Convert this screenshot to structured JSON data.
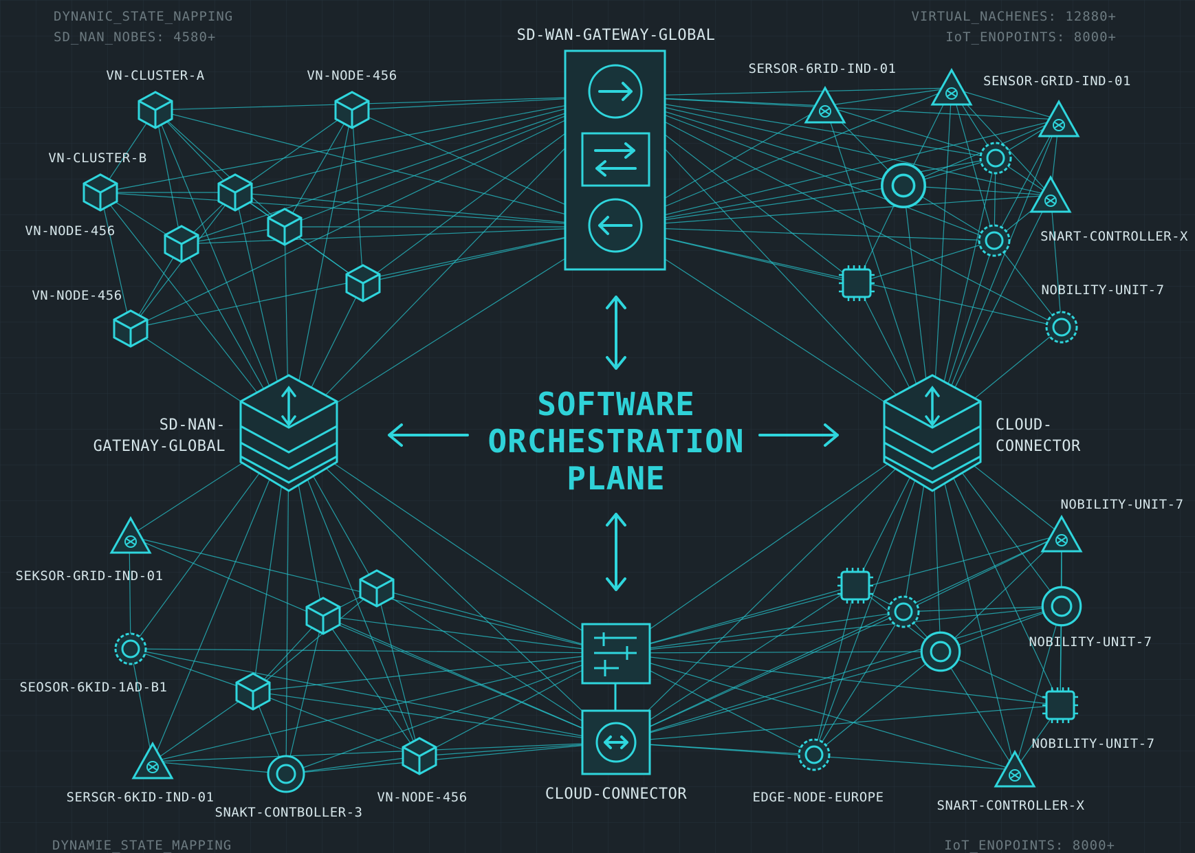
{
  "corners": {
    "top_left_1": "DYNANIC_STATE_NAPPING",
    "top_left_2": "SD_NAN_NOBES: 4580+",
    "top_right_1": "VIRTUAL_NACHENES: 12880+",
    "top_right_2": "IoT_ENOPOINTS: 8000+",
    "bottom_left": "DYNAMIE_STATE_MAPPING",
    "bottom_right": "IoT_ENOPOINTS: 8000+"
  },
  "center": {
    "title_line1": "SOFTWARE",
    "title_line2": "ORCHESTRATION",
    "title_line3": "PLANE"
  },
  "hubs": {
    "top_gateway": "SD-WAN-GATEWAY-GLOBAL",
    "left_hub_line1": "SD-NAN-",
    "left_hub_line2": "GATENAY-GLOBAL",
    "right_hub_line1": "CLOUD-",
    "right_hub_line2": "CONNECTOR",
    "bottom_connector": "CLOUD-CONNECTOR"
  },
  "labels": {
    "vm_cluster_a": "VN-CLUSTER-A",
    "vm_node_top": "VN-NODE-456",
    "vm_cluster_b": "VN-CLUSTER-B",
    "vm_node_left1": "VN-NODE-456",
    "vm_node_left2": "VN-NODE-456",
    "sensor_left1": "SEKSOR-GRID-IND-01",
    "sensor_left2": "SEOSOR-6KID-1AD-B1",
    "sensor_left3": "SERSGR-6KID-IND-01",
    "smart_left": "SNAKT-CONTBOLLER-3",
    "vm_node_bottom": "VN-NODE-456",
    "sensor_top1": "SERSOR-6RID-IND-01",
    "sensor_top2": "SENSOR-GRID-IND-01",
    "smart_right1": "SNART-CONTROLLER-X",
    "mobility1": "NOBILITY-UNIT-7",
    "mobility2": "NOBILITY-UNIT-7",
    "mobility3": "NOBILITY-UNIT-7",
    "mobility4": "NOBILITY-UNIT-7",
    "edge_europe": "EDGE-NODE-EUROPE",
    "smart_right2": "SNART-CONTROLLER-X"
  },
  "colors": {
    "background": "#1b2329",
    "accent": "#2fd6dd",
    "text": "#d6e6ea"
  }
}
